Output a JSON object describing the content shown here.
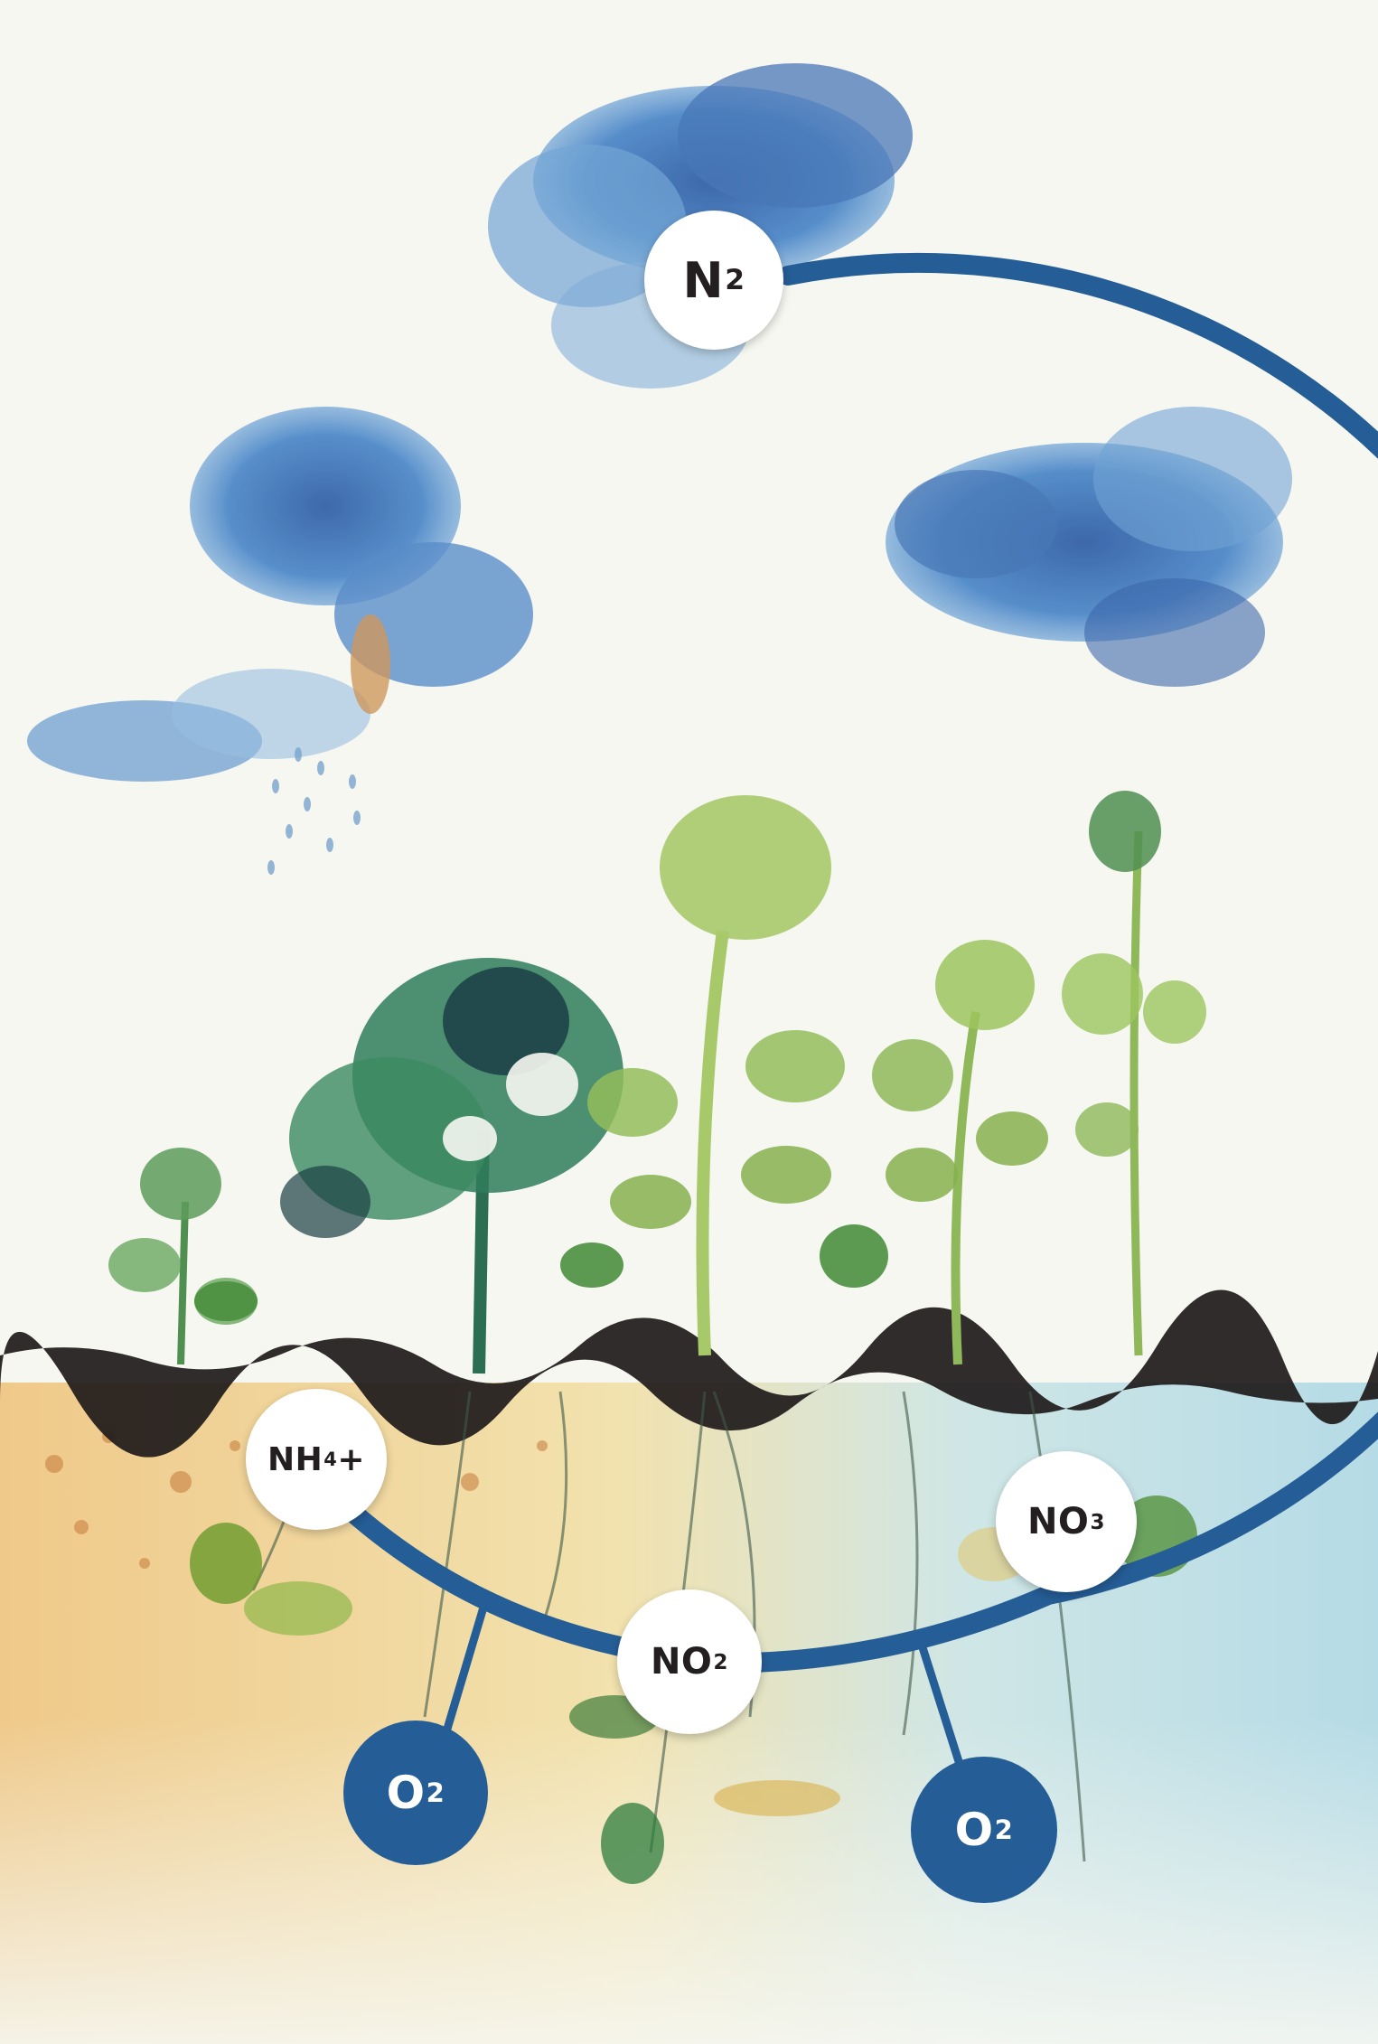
{
  "colors": {
    "cycle_line": "#255d96",
    "node_fill": "#ffffff",
    "node_text": "#231f20",
    "oxygen_fill": "#255d96",
    "oxygen_text": "#ffffff",
    "cloud_blue": "#2f6fb8",
    "leaf_light": "#a8c96a",
    "leaf_dark": "#2f7c5a",
    "soil_dark": "#1e1a1a",
    "soil_warm": "#f1d9a0",
    "soil_water": "#bfe0e8"
  },
  "nodes": {
    "n2": {
      "base": "N",
      "sub": "2",
      "suffix": ""
    },
    "nh4": {
      "base": "NH",
      "sub": "4",
      "suffix": "+"
    },
    "no2": {
      "base": "NO",
      "sub": "2",
      "suffix": ""
    },
    "no3": {
      "base": "NO",
      "sub": "3",
      "suffix": ""
    },
    "o2_left": {
      "base": "O",
      "sub": "2",
      "suffix": ""
    },
    "o2_right": {
      "base": "O",
      "sub": "2",
      "suffix": ""
    }
  }
}
